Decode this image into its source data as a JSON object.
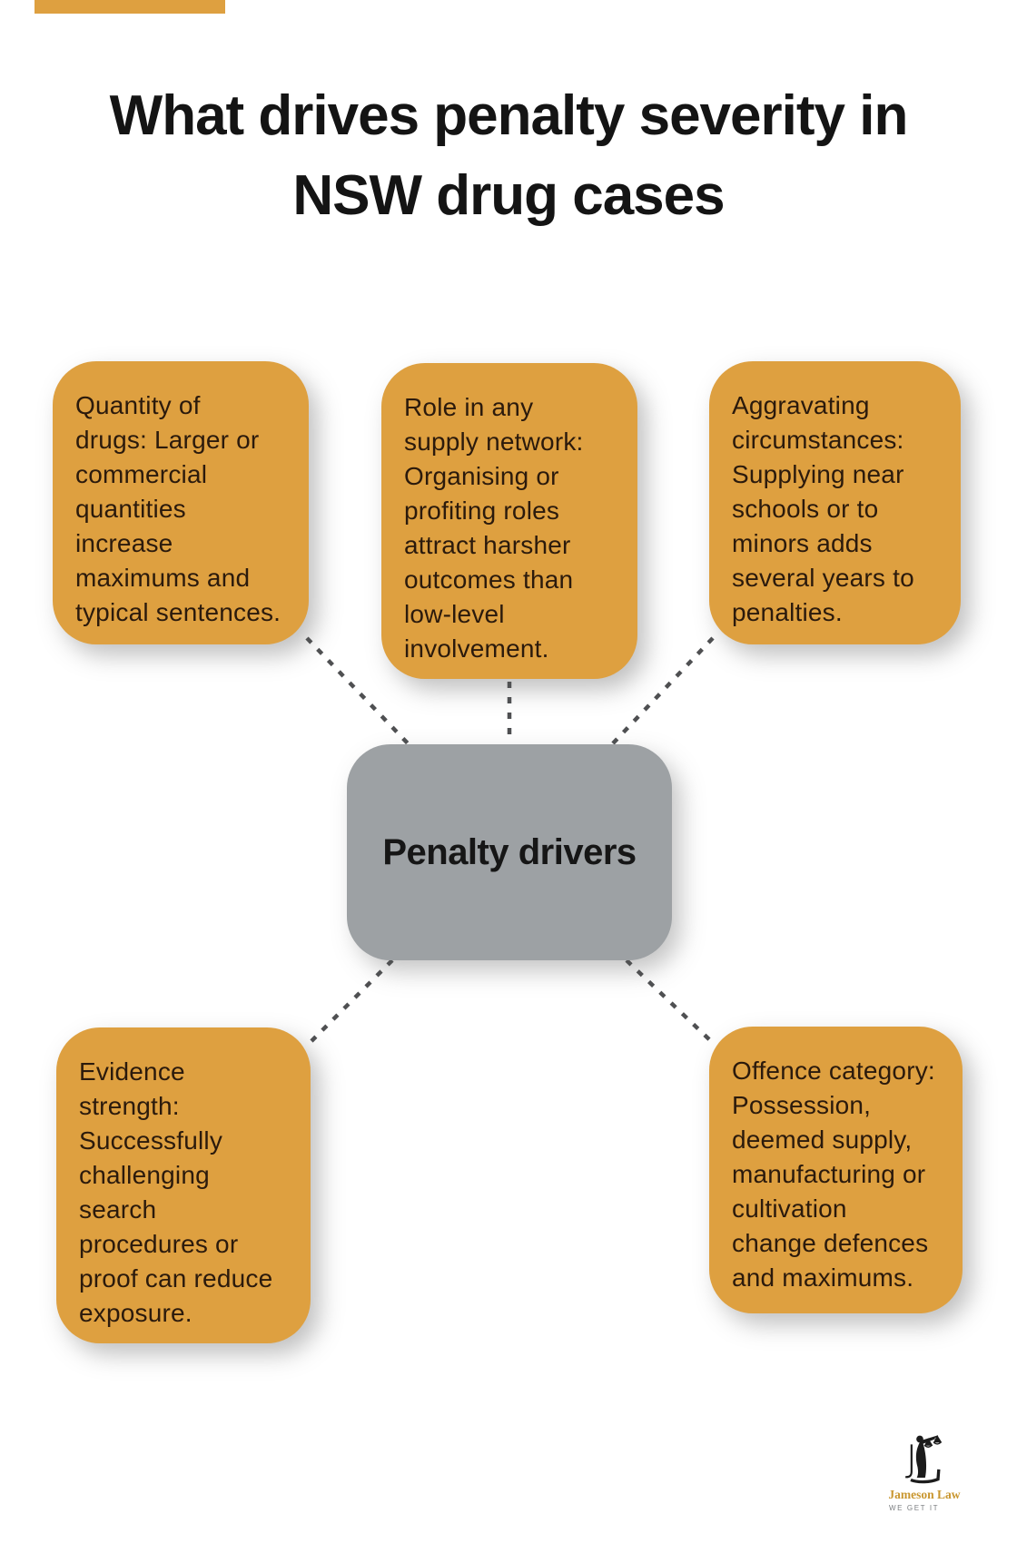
{
  "title": "What drives penalty severity in\nNSW drug cases",
  "center": {
    "label": "Penalty drivers"
  },
  "nodes": [
    {
      "id": "quantity",
      "text": "Quantity of\ndrugs: Larger or\ncommercial\nquantities\nincrease\nmaximums and\ntypical sentences."
    },
    {
      "id": "role",
      "text": "Role in any\nsupply network:\nOrganising or\nprofiting roles\nattract harsher\noutcomes than\nlow-level\ninvolvement."
    },
    {
      "id": "aggravating",
      "text": "Aggravating\ncircumstances:\nSupplying near\nschools or to\nminors adds\nseveral years to\npenalties."
    },
    {
      "id": "evidence",
      "text": "Evidence\nstrength:\nSuccessfully\nchallenging\nsearch\nprocedures or\nproof can reduce\nexposure."
    },
    {
      "id": "offence",
      "text": "Offence category:\nPossession,\ndeemed supply,\nmanufacturing or\ncultivation\nchange defences\nand maximums."
    }
  ],
  "logo": {
    "icon": "lady-justice-scales-icon",
    "name": "Jameson Law",
    "tagline": "WE GET IT"
  },
  "colors": {
    "accent_orange": "#DEA040",
    "center_gray": "#9DA1A4",
    "dash_gray": "#4f5052",
    "title_black": "#141414",
    "body_text": "#2B1A0C",
    "logo_gold": "#C9962E",
    "tagline_gray": "#7b7e81"
  }
}
